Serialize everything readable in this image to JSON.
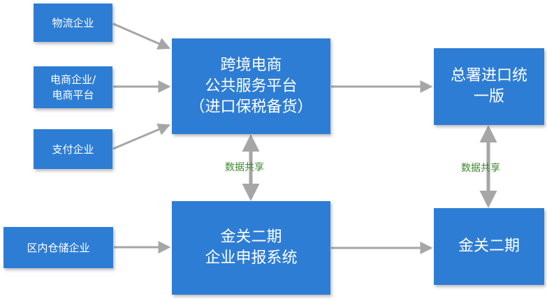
{
  "boxes": {
    "logistics": "物流企业",
    "ecommerce": "电商企业/\n电商平台",
    "payment": "支付企业",
    "warehouse": "区内仓储企业",
    "platform": "跨境电商\n公共服务平台\n（进口保税备货）",
    "jinguan_declaration": "金关二期\n企业申报系统",
    "customs": "总署进口统\n一版",
    "jinguan": "金关二期"
  },
  "links": {
    "share_left": "数据共享",
    "share_right": "数据共享"
  },
  "colors": {
    "box_fill": "#2e7dd4",
    "box_text": "#ffffff",
    "arrow": "#a6a6a6",
    "share_text": "#3a8a2c"
  }
}
